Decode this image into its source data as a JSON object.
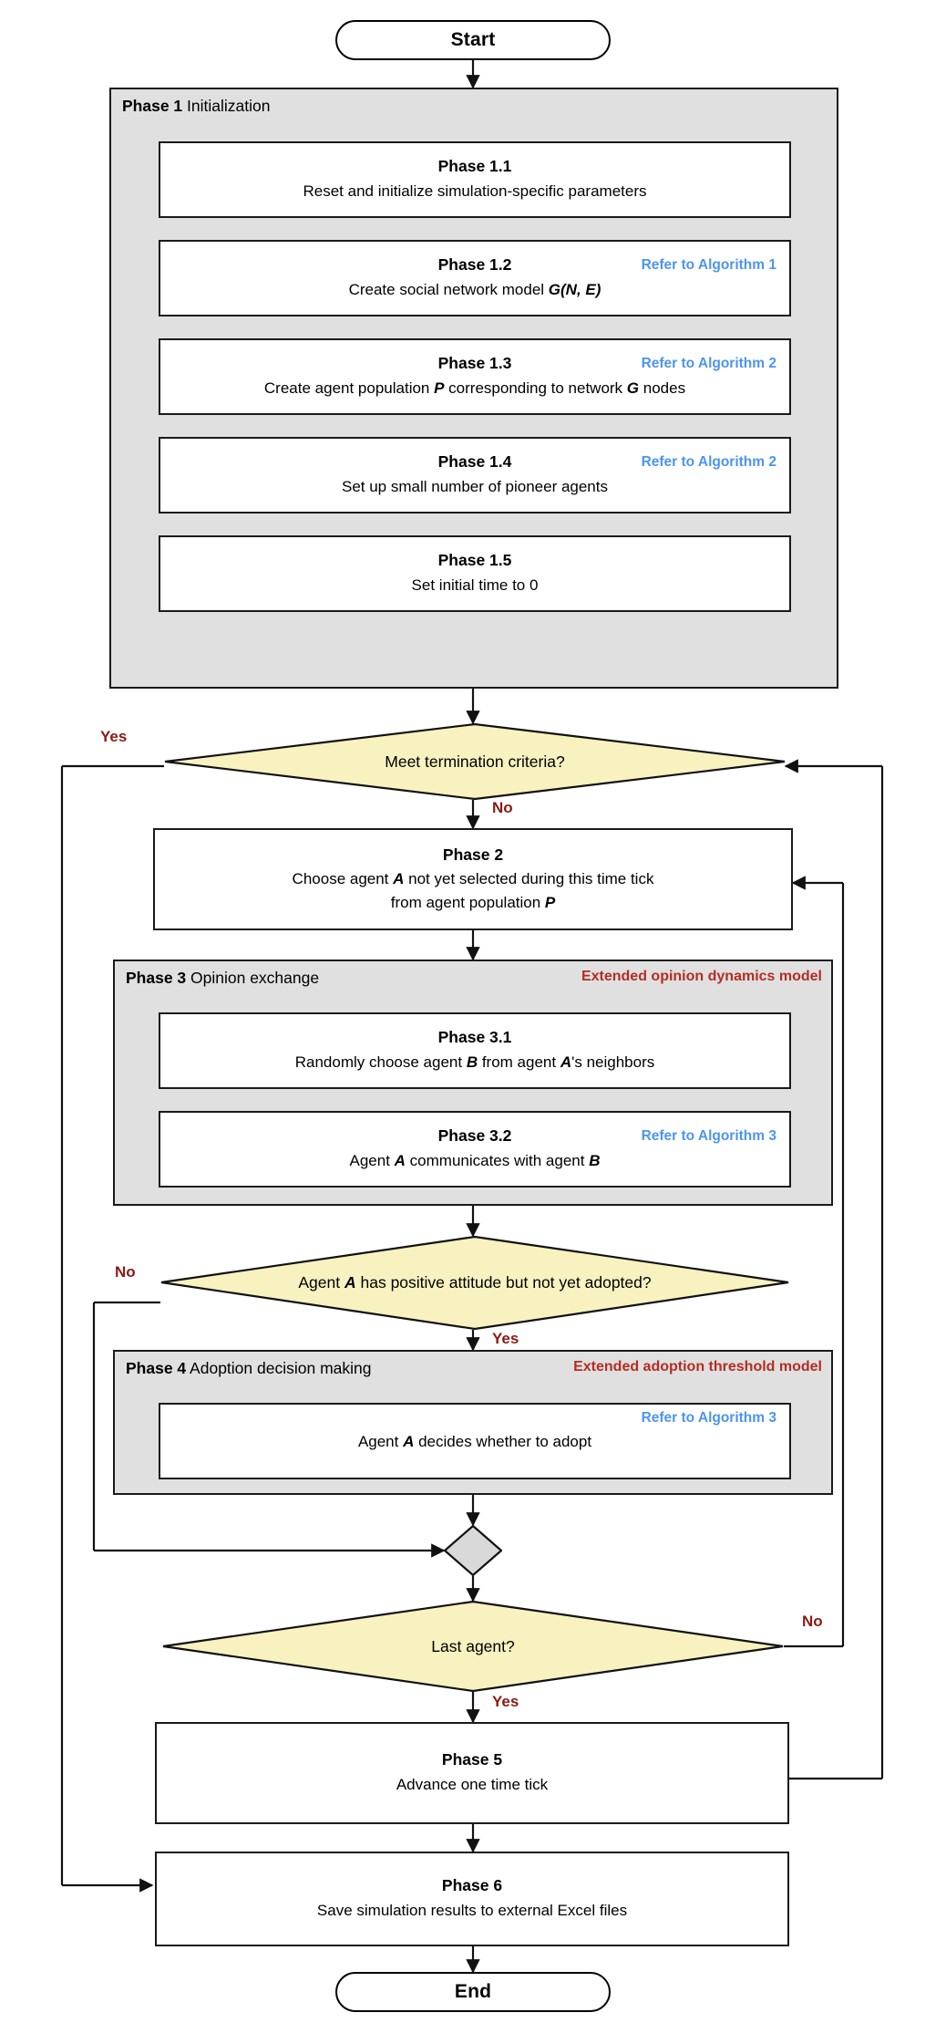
{
  "diagram": {
    "type": "flowchart",
    "title": "Agent-based simulation process flowchart",
    "colors": {
      "group_fill": "#e0e0e0",
      "decision_fill": "#f7f2c0",
      "merge_fill": "#d9d9d9",
      "algorithm_tag": "#4d94f0",
      "model_tag": "#b32d23",
      "edge_label": "#8b1a15",
      "stroke": "#1a1a1a",
      "box_fill": "#ffffff"
    }
  },
  "start": {
    "label": "Start"
  },
  "end": {
    "label": "End"
  },
  "phase1": {
    "head_bold": "Phase 1",
    "head_rest": " Initialization",
    "steps": [
      {
        "title": "Phase 1.1",
        "body_pre": "Reset and initialize simulation-specific parameters",
        "algo": ""
      },
      {
        "title": "Phase 1.2",
        "body_pre": "Create social network model ",
        "body_var": "G(N, E)",
        "body_post": "",
        "algo": "Refer to Algorithm 1"
      },
      {
        "title": "Phase 1.3",
        "body_pre": "Create agent population ",
        "body_var": "P",
        "body_mid": " corresponding to network ",
        "body_var2": "G",
        "body_post": " nodes",
        "algo": "Refer to Algorithm 2"
      },
      {
        "title": "Phase 1.4",
        "body_pre": "Set up small number of pioneer agents",
        "algo": "Refer to Algorithm 2"
      },
      {
        "title": "Phase 1.5",
        "body_pre": "Set initial time to 0",
        "algo": ""
      }
    ]
  },
  "decision_termination": {
    "label": "Meet termination criteria?",
    "yes_label": "Yes",
    "no_label": "No"
  },
  "phase2": {
    "title": "Phase 2",
    "line1_pre": "Choose agent ",
    "line1_var": "A",
    "line1_post": " not yet selected during this time tick",
    "line2_pre": "from agent population ",
    "line2_var": "P",
    "line2_post": ""
  },
  "phase3": {
    "head_bold": "Phase 3",
    "head_rest": " Opinion exchange",
    "tag": "Extended opinion dynamics model",
    "steps": [
      {
        "title": "Phase 3.1",
        "body_pre": "Randomly choose agent ",
        "body_var": "B",
        "body_mid": " from agent ",
        "body_var2": "A",
        "body_post": "'s neighbors",
        "algo": ""
      },
      {
        "title": "Phase 3.2",
        "body_pre": "Agent ",
        "body_var": "A",
        "body_mid": " communicates with agent ",
        "body_var2": "B",
        "body_post": "",
        "algo": "Refer to Algorithm 3"
      }
    ]
  },
  "decision_attitude": {
    "label_pre": "Agent ",
    "label_var": "A",
    "label_post": " has positive attitude but not yet adopted?",
    "yes_label": "Yes",
    "no_label": "No"
  },
  "phase4": {
    "head_bold": "Phase 4",
    "head_rest": " Adoption decision making",
    "tag": "Extended adoption threshold model",
    "step": {
      "algo": "Refer to Algorithm 3",
      "body_pre": "Agent ",
      "body_var": "A",
      "body_post": " decides whether to adopt"
    }
  },
  "merge_node": {
    "label": ""
  },
  "decision_last_agent": {
    "label": "Last agent?",
    "yes_label": "Yes",
    "no_label": "No"
  },
  "phase5": {
    "title": "Phase 5",
    "body": "Advance one time tick"
  },
  "phase6": {
    "title": "Phase 6",
    "body": "Save simulation results to external Excel files"
  }
}
